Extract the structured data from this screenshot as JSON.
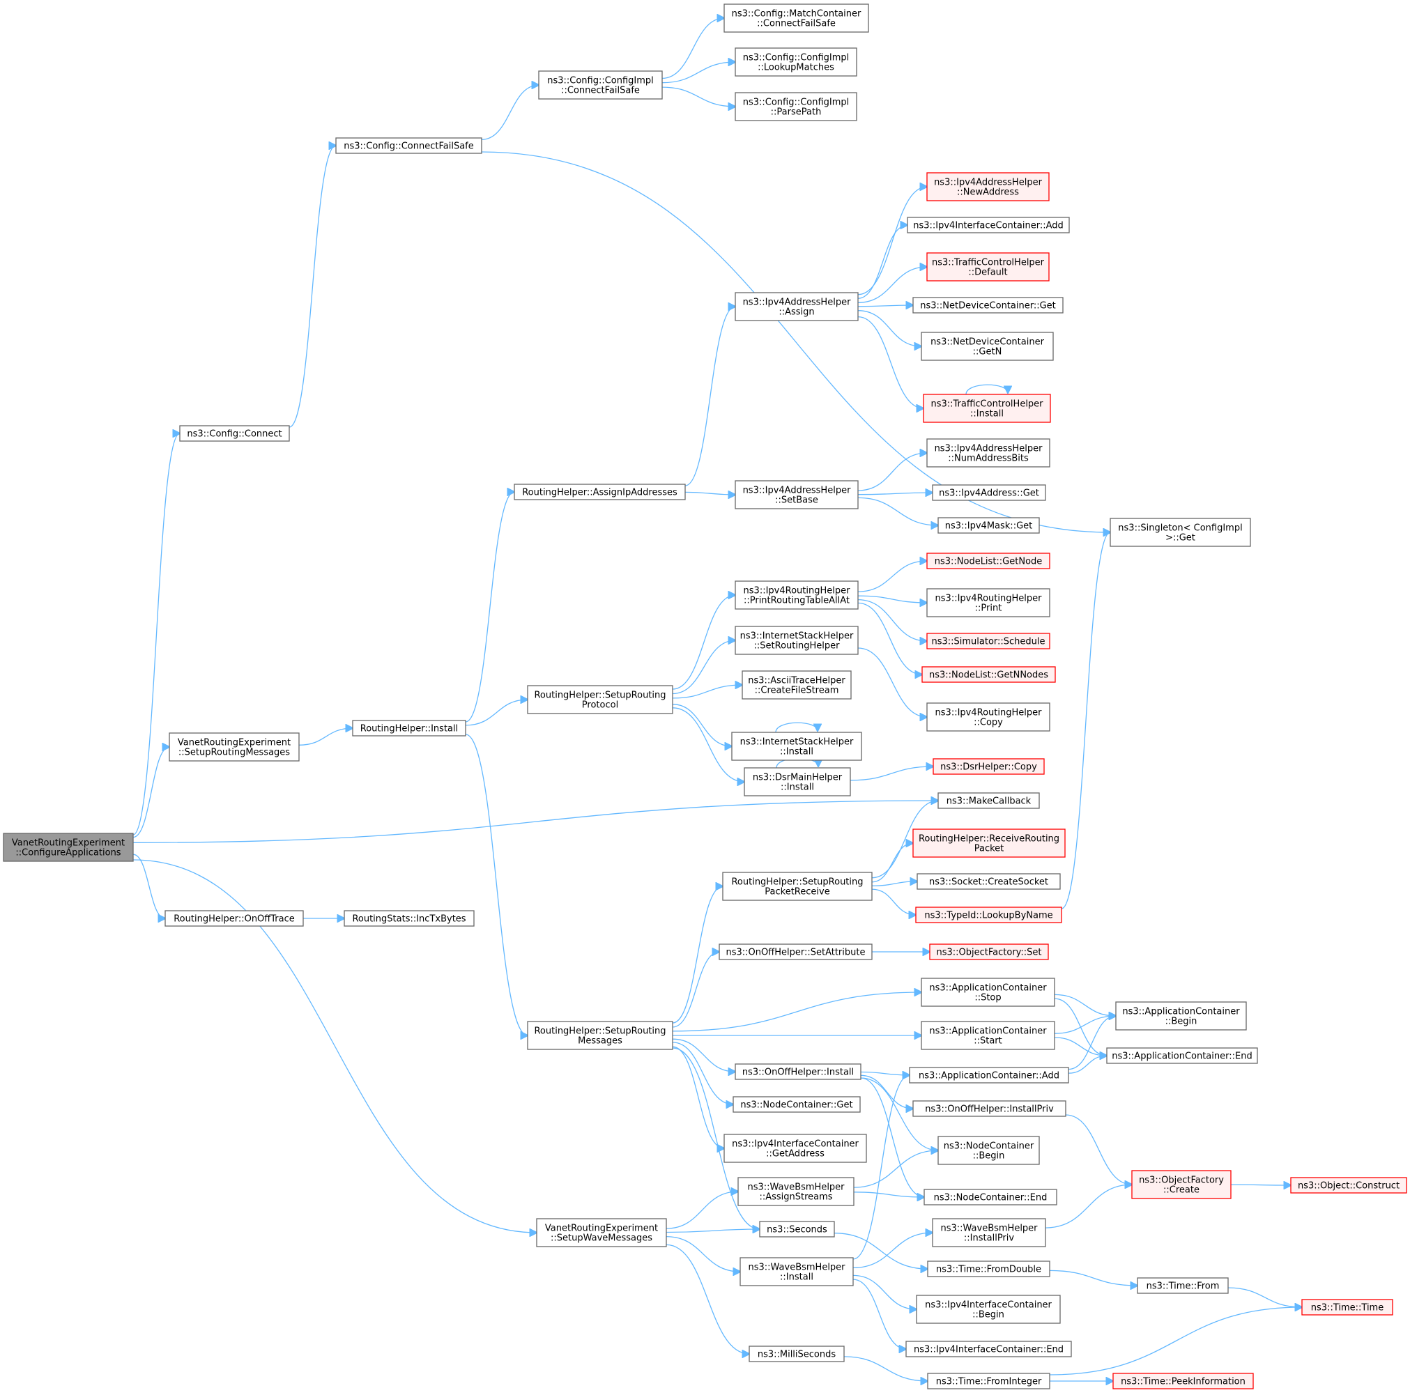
{
  "graph": {
    "colors": {
      "edge": "#63b8ff",
      "node_border": "#666666",
      "undocumented_border": "#ff0000",
      "undocumented_fill": "#fff0f0",
      "root_fill": "#999999"
    },
    "nodes": [
      {
        "id": "root",
        "lines": [
          "VanetRoutingExperiment",
          "::ConfigureApplications"
        ],
        "style": "root"
      },
      {
        "id": "connect",
        "lines": [
          "ns3::Config::Connect"
        ],
        "style": "normal"
      },
      {
        "id": "cfs",
        "lines": [
          "ns3::Config::ConnectFailSafe"
        ],
        "style": "normal"
      },
      {
        "id": "cimplcfs",
        "lines": [
          "ns3::Config::ConfigImpl",
          "::ConnectFailSafe"
        ],
        "style": "normal"
      },
      {
        "id": "mccfs",
        "lines": [
          "ns3::Config::MatchContainer",
          "::ConnectFailSafe"
        ],
        "style": "normal"
      },
      {
        "id": "lookup",
        "lines": [
          "ns3::Config::ConfigImpl",
          "::LookupMatches"
        ],
        "style": "normal"
      },
      {
        "id": "parse",
        "lines": [
          "ns3::Config::ConfigImpl",
          "::ParsePath"
        ],
        "style": "normal"
      },
      {
        "id": "singleton",
        "lines": [
          "ns3::Singleton< ConfigImpl",
          ">::Get"
        ],
        "style": "normal"
      },
      {
        "id": "srm",
        "lines": [
          "VanetRoutingExperiment",
          "::SetupRoutingMessages"
        ],
        "style": "normal"
      },
      {
        "id": "rhinstall",
        "lines": [
          "RoutingHelper::Install"
        ],
        "style": "normal"
      },
      {
        "id": "assignip",
        "lines": [
          "RoutingHelper::AssignIpAddresses"
        ],
        "style": "normal"
      },
      {
        "id": "ipv4assign",
        "lines": [
          "ns3::Ipv4AddressHelper",
          "::Assign"
        ],
        "style": "normal"
      },
      {
        "id": "newaddr",
        "lines": [
          "ns3::Ipv4AddressHelper",
          "::NewAddress"
        ],
        "style": "red"
      },
      {
        "id": "ifcadd",
        "lines": [
          "ns3::Ipv4InterfaceContainer::Add"
        ],
        "style": "normal"
      },
      {
        "id": "tcdefault",
        "lines": [
          "ns3::TrafficControlHelper",
          "::Default"
        ],
        "style": "red"
      },
      {
        "id": "ndcget",
        "lines": [
          "ns3::NetDeviceContainer::Get"
        ],
        "style": "normal"
      },
      {
        "id": "ndcgetn",
        "lines": [
          "ns3::NetDeviceContainer",
          "::GetN"
        ],
        "style": "normal"
      },
      {
        "id": "tcinstall",
        "lines": [
          "ns3::TrafficControlHelper",
          "::Install"
        ],
        "style": "red"
      },
      {
        "id": "setbase",
        "lines": [
          "ns3::Ipv4AddressHelper",
          "::SetBase"
        ],
        "style": "normal"
      },
      {
        "id": "numbits",
        "lines": [
          "ns3::Ipv4AddressHelper",
          "::NumAddressBits"
        ],
        "style": "normal"
      },
      {
        "id": "addrget",
        "lines": [
          "ns3::Ipv4Address::Get"
        ],
        "style": "normal"
      },
      {
        "id": "maskget",
        "lines": [
          "ns3::Ipv4Mask::Get"
        ],
        "style": "normal"
      },
      {
        "id": "srp",
        "lines": [
          "RoutingHelper::SetupRouting",
          "Protocol"
        ],
        "style": "normal"
      },
      {
        "id": "prtaa",
        "lines": [
          "ns3::Ipv4RoutingHelper",
          "::PrintRoutingTableAllAt"
        ],
        "style": "normal"
      },
      {
        "id": "getnode",
        "lines": [
          "ns3::NodeList::GetNode"
        ],
        "style": "red"
      },
      {
        "id": "print",
        "lines": [
          "ns3::Ipv4RoutingHelper",
          "::Print"
        ],
        "style": "normal"
      },
      {
        "id": "schedule",
        "lines": [
          "ns3::Simulator::Schedule"
        ],
        "style": "red"
      },
      {
        "id": "getnnodes",
        "lines": [
          "ns3::NodeList::GetNNodes"
        ],
        "style": "red"
      },
      {
        "id": "setrh",
        "lines": [
          "ns3::InternetStackHelper",
          "::SetRoutingHelper"
        ],
        "style": "normal"
      },
      {
        "id": "rhcopy",
        "lines": [
          "ns3::Ipv4RoutingHelper",
          "::Copy"
        ],
        "style": "normal"
      },
      {
        "id": "cfstream",
        "lines": [
          "ns3::AsciiTraceHelper",
          "::CreateFileStream"
        ],
        "style": "normal"
      },
      {
        "id": "ishinstall",
        "lines": [
          "ns3::InternetStackHelper",
          "::Install"
        ],
        "style": "normal"
      },
      {
        "id": "dsrmain",
        "lines": [
          "ns3::DsrMainHelper",
          "::Install"
        ],
        "style": "normal"
      },
      {
        "id": "dsrcopy",
        "lines": [
          "ns3::DsrHelper::Copy"
        ],
        "style": "red"
      },
      {
        "id": "makecb",
        "lines": [
          "ns3::MakeCallback"
        ],
        "style": "normal"
      },
      {
        "id": "recvpkt",
        "lines": [
          "RoutingHelper::ReceiveRouting",
          "Packet"
        ],
        "style": "red"
      },
      {
        "id": "srpr",
        "lines": [
          "RoutingHelper::SetupRouting",
          "PacketReceive"
        ],
        "style": "normal"
      },
      {
        "id": "createsock",
        "lines": [
          "ns3::Socket::CreateSocket"
        ],
        "style": "normal"
      },
      {
        "id": "lookupname",
        "lines": [
          "ns3::TypeId::LookupByName"
        ],
        "style": "red"
      },
      {
        "id": "onofftrace",
        "lines": [
          "RoutingHelper::OnOffTrace"
        ],
        "style": "normal"
      },
      {
        "id": "inctx",
        "lines": [
          "RoutingStats::IncTxBytes"
        ],
        "style": "normal"
      },
      {
        "id": "setattr",
        "lines": [
          "ns3::OnOffHelper::SetAttribute"
        ],
        "style": "normal"
      },
      {
        "id": "ofset",
        "lines": [
          "ns3::ObjectFactory::Set"
        ],
        "style": "red"
      },
      {
        "id": "appstop",
        "lines": [
          "ns3::ApplicationContainer",
          "::Stop"
        ],
        "style": "normal"
      },
      {
        "id": "appbegin",
        "lines": [
          "ns3::ApplicationContainer",
          "::Begin"
        ],
        "style": "normal"
      },
      {
        "id": "rhsrm",
        "lines": [
          "RoutingHelper::SetupRouting",
          "Messages"
        ],
        "style": "normal"
      },
      {
        "id": "appstart",
        "lines": [
          "ns3::ApplicationContainer",
          "::Start"
        ],
        "style": "normal"
      },
      {
        "id": "append",
        "lines": [
          "ns3::ApplicationContainer::End"
        ],
        "style": "normal"
      },
      {
        "id": "onoffinstall",
        "lines": [
          "ns3::OnOffHelper::Install"
        ],
        "style": "normal"
      },
      {
        "id": "appadd",
        "lines": [
          "ns3::ApplicationContainer::Add"
        ],
        "style": "normal"
      },
      {
        "id": "installpriv",
        "lines": [
          "ns3::OnOffHelper::InstallPriv"
        ],
        "style": "normal"
      },
      {
        "id": "ncget",
        "lines": [
          "ns3::NodeContainer::Get"
        ],
        "style": "normal"
      },
      {
        "id": "getaddress",
        "lines": [
          "ns3::Ipv4InterfaceContainer",
          "::GetAddress"
        ],
        "style": "normal"
      },
      {
        "id": "ncbegin",
        "lines": [
          "ns3::NodeContainer",
          "::Begin"
        ],
        "style": "normal"
      },
      {
        "id": "ofcreate",
        "lines": [
          "ns3::ObjectFactory",
          "::Create"
        ],
        "style": "red"
      },
      {
        "id": "construct",
        "lines": [
          "ns3::Object::Construct"
        ],
        "style": "red"
      },
      {
        "id": "assignstreams",
        "lines": [
          "ns3::WaveBsmHelper",
          "::AssignStreams"
        ],
        "style": "normal"
      },
      {
        "id": "ncend",
        "lines": [
          "ns3::NodeContainer::End"
        ],
        "style": "normal"
      },
      {
        "id": "swm",
        "lines": [
          "VanetRoutingExperiment",
          "::SetupWaveMessages"
        ],
        "style": "normal"
      },
      {
        "id": "seconds",
        "lines": [
          "ns3::Seconds"
        ],
        "style": "normal"
      },
      {
        "id": "wbinstallpriv",
        "lines": [
          "ns3::WaveBsmHelper",
          "::InstallPriv"
        ],
        "style": "normal"
      },
      {
        "id": "wbinstall",
        "lines": [
          "ns3::WaveBsmHelper",
          "::Install"
        ],
        "style": "normal"
      },
      {
        "id": "fromdouble",
        "lines": [
          "ns3::Time::FromDouble"
        ],
        "style": "normal"
      },
      {
        "id": "timefrom",
        "lines": [
          "ns3::Time::From"
        ],
        "style": "normal"
      },
      {
        "id": "timetime",
        "lines": [
          "ns3::Time::Time"
        ],
        "style": "red"
      },
      {
        "id": "ifcbegin",
        "lines": [
          "ns3::Ipv4InterfaceContainer",
          "::Begin"
        ],
        "style": "normal"
      },
      {
        "id": "ifcend",
        "lines": [
          "ns3::Ipv4InterfaceContainer::End"
        ],
        "style": "normal"
      },
      {
        "id": "millis",
        "lines": [
          "ns3::MilliSeconds"
        ],
        "style": "normal"
      },
      {
        "id": "fromint",
        "lines": [
          "ns3::Time::FromInteger"
        ],
        "style": "normal"
      },
      {
        "id": "peek",
        "lines": [
          "ns3::Time::PeekInformation"
        ],
        "style": "red"
      }
    ],
    "edges": [
      [
        "root",
        "connect"
      ],
      [
        "root",
        "srm"
      ],
      [
        "root",
        "makecb"
      ],
      [
        "root",
        "onofftrace"
      ],
      [
        "root",
        "swm"
      ],
      [
        "connect",
        "cfs"
      ],
      [
        "cfs",
        "cimplcfs"
      ],
      [
        "cfs",
        "singleton"
      ],
      [
        "cimplcfs",
        "mccfs"
      ],
      [
        "cimplcfs",
        "lookup"
      ],
      [
        "cimplcfs",
        "parse"
      ],
      [
        "srm",
        "rhinstall"
      ],
      [
        "rhinstall",
        "assignip"
      ],
      [
        "rhinstall",
        "srp"
      ],
      [
        "rhinstall",
        "rhsrm"
      ],
      [
        "assignip",
        "ipv4assign"
      ],
      [
        "assignip",
        "setbase"
      ],
      [
        "ipv4assign",
        "newaddr"
      ],
      [
        "ipv4assign",
        "ifcadd"
      ],
      [
        "ipv4assign",
        "tcdefault"
      ],
      [
        "ipv4assign",
        "ndcget"
      ],
      [
        "ipv4assign",
        "ndcgetn"
      ],
      [
        "ipv4assign",
        "tcinstall"
      ],
      [
        "tcinstall",
        "tcinstall"
      ],
      [
        "setbase",
        "numbits"
      ],
      [
        "setbase",
        "addrget"
      ],
      [
        "setbase",
        "maskget"
      ],
      [
        "srp",
        "prtaa"
      ],
      [
        "srp",
        "setrh"
      ],
      [
        "srp",
        "cfstream"
      ],
      [
        "srp",
        "ishinstall"
      ],
      [
        "srp",
        "dsrmain"
      ],
      [
        "prtaa",
        "getnode"
      ],
      [
        "prtaa",
        "print"
      ],
      [
        "prtaa",
        "schedule"
      ],
      [
        "prtaa",
        "getnnodes"
      ],
      [
        "setrh",
        "rhcopy"
      ],
      [
        "ishinstall",
        "ishinstall"
      ],
      [
        "dsrmain",
        "dsrmain"
      ],
      [
        "dsrmain",
        "dsrcopy"
      ],
      [
        "rhsrm",
        "srpr"
      ],
      [
        "rhsrm",
        "setattr"
      ],
      [
        "rhsrm",
        "appstop"
      ],
      [
        "rhsrm",
        "appstart"
      ],
      [
        "rhsrm",
        "onoffinstall"
      ],
      [
        "rhsrm",
        "ncget"
      ],
      [
        "rhsrm",
        "getaddress"
      ],
      [
        "rhsrm",
        "seconds"
      ],
      [
        "srpr",
        "makecb"
      ],
      [
        "srpr",
        "recvpkt"
      ],
      [
        "srpr",
        "createsock"
      ],
      [
        "srpr",
        "lookupname"
      ],
      [
        "lookupname",
        "singleton"
      ],
      [
        "onofftrace",
        "inctx"
      ],
      [
        "setattr",
        "ofset"
      ],
      [
        "appstop",
        "appbegin"
      ],
      [
        "appstop",
        "append"
      ],
      [
        "appstart",
        "appbegin"
      ],
      [
        "appstart",
        "append"
      ],
      [
        "onoffinstall",
        "appadd"
      ],
      [
        "onoffinstall",
        "installpriv"
      ],
      [
        "onoffinstall",
        "ncbegin"
      ],
      [
        "onoffinstall",
        "ncend"
      ],
      [
        "appadd",
        "appbegin"
      ],
      [
        "appadd",
        "append"
      ],
      [
        "installpriv",
        "ofcreate"
      ],
      [
        "ofcreate",
        "construct"
      ],
      [
        "swm",
        "assignstreams"
      ],
      [
        "swm",
        "seconds"
      ],
      [
        "swm",
        "wbinstall"
      ],
      [
        "swm",
        "millis"
      ],
      [
        "assignstreams",
        "ncbegin"
      ],
      [
        "assignstreams",
        "ncend"
      ],
      [
        "seconds",
        "fromdouble"
      ],
      [
        "wbinstall",
        "appadd"
      ],
      [
        "wbinstall",
        "wbinstallpriv"
      ],
      [
        "wbinstall",
        "ifcbegin"
      ],
      [
        "wbinstall",
        "ifcend"
      ],
      [
        "wbinstallpriv",
        "ofcreate"
      ],
      [
        "fromdouble",
        "timefrom"
      ],
      [
        "timefrom",
        "timetime"
      ],
      [
        "millis",
        "fromint"
      ],
      [
        "fromint",
        "timetime"
      ],
      [
        "fromint",
        "peek"
      ]
    ]
  }
}
